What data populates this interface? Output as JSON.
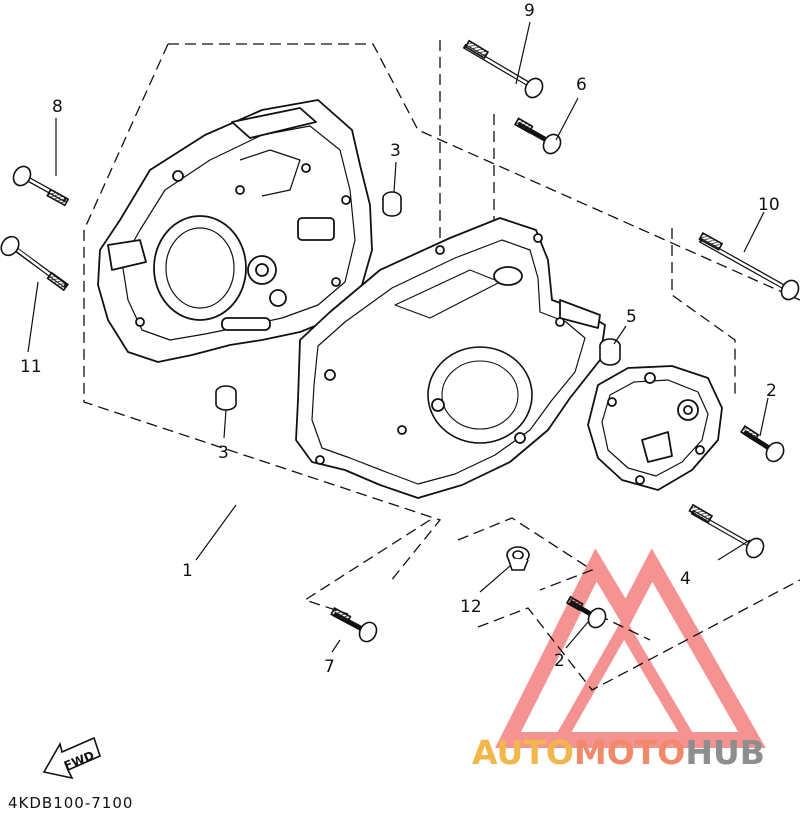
{
  "diagram": {
    "part_code": "4KDB100-7100",
    "direction_label": "FWD",
    "callouts": [
      "1",
      "2",
      "2",
      "3",
      "3",
      "4",
      "5",
      "6",
      "7",
      "8",
      "9",
      "10",
      "11",
      "12"
    ]
  },
  "watermark": {
    "brand_part1": "AUTO",
    "brand_part2": "MOTO",
    "brand_part3": "HUB",
    "colors": {
      "orange": "#f3b64a",
      "salmon": "#f08a6a",
      "gray": "#8e8e8e",
      "logo_red": "#ee3a3a"
    }
  }
}
